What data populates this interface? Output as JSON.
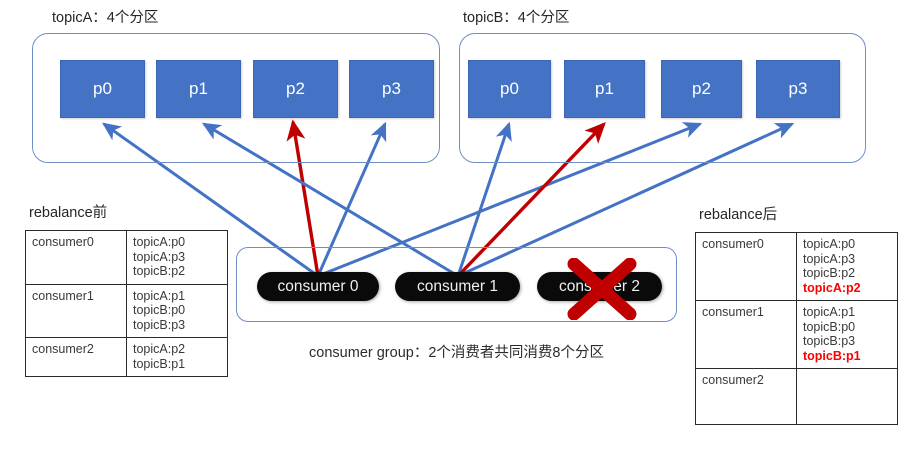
{
  "topics": [
    {
      "id": "topicA",
      "label": "topicA：4个分区",
      "partitions": [
        "p0",
        "p1",
        "p2",
        "p3"
      ]
    },
    {
      "id": "topicB",
      "label": "topicB：4个分区",
      "partitions": [
        "p0",
        "p1",
        "p2",
        "p3"
      ]
    }
  ],
  "consumer_group": {
    "members": [
      "consumer 0",
      "consumer 1",
      "consumer 2"
    ],
    "caption": "consumer group：2个消费者共同消费8个分区",
    "removed_member": "consumer 2",
    "removed_marker": "red-x-icon"
  },
  "before_table": {
    "title": "rebalance前",
    "rows": [
      {
        "consumer": "consumer0",
        "assignments": [
          "topicA:p0",
          "topicA:p3",
          "topicB:p2"
        ],
        "new_assignments": []
      },
      {
        "consumer": "consumer1",
        "assignments": [
          "topicA:p1",
          "topicB:p0",
          "topicB:p3"
        ],
        "new_assignments": []
      },
      {
        "consumer": "consumer2",
        "assignments": [
          "topicA:p2",
          "topicB:p1"
        ],
        "new_assignments": []
      }
    ]
  },
  "after_table": {
    "title": "rebalance后",
    "rows": [
      {
        "consumer": "consumer0",
        "assignments": [
          "topicA:p0",
          "topicA:p3",
          "topicB:p2"
        ],
        "new_assignments": [
          "topicA:p2"
        ]
      },
      {
        "consumer": "consumer1",
        "assignments": [
          "topicA:p1",
          "topicB:p0",
          "topicB:p3"
        ],
        "new_assignments": [
          "topicB:p1"
        ]
      },
      {
        "consumer": "consumer2",
        "assignments": [],
        "new_assignments": []
      }
    ]
  },
  "colors": {
    "partition_fill": "#4472C4",
    "container_stroke": "#6f8fc4",
    "arrow_blue": "#4472C4",
    "arrow_red": "#C00000",
    "new_text": "#FF0000",
    "pill_fill": "#0a0a0a"
  },
  "arrows": [
    {
      "from": "consumer 0",
      "to": "topicA:p0",
      "color": "blue"
    },
    {
      "from": "consumer 0",
      "to": "topicA:p3",
      "color": "blue"
    },
    {
      "from": "consumer 0",
      "to": "topicB:p2",
      "color": "blue"
    },
    {
      "from": "consumer 0",
      "to": "topicA:p2",
      "color": "red"
    },
    {
      "from": "consumer 1",
      "to": "topicA:p1",
      "color": "blue"
    },
    {
      "from": "consumer 1",
      "to": "topicB:p0",
      "color": "blue"
    },
    {
      "from": "consumer 1",
      "to": "topicB:p3",
      "color": "blue"
    },
    {
      "from": "consumer 1",
      "to": "topicB:p1",
      "color": "red"
    }
  ]
}
